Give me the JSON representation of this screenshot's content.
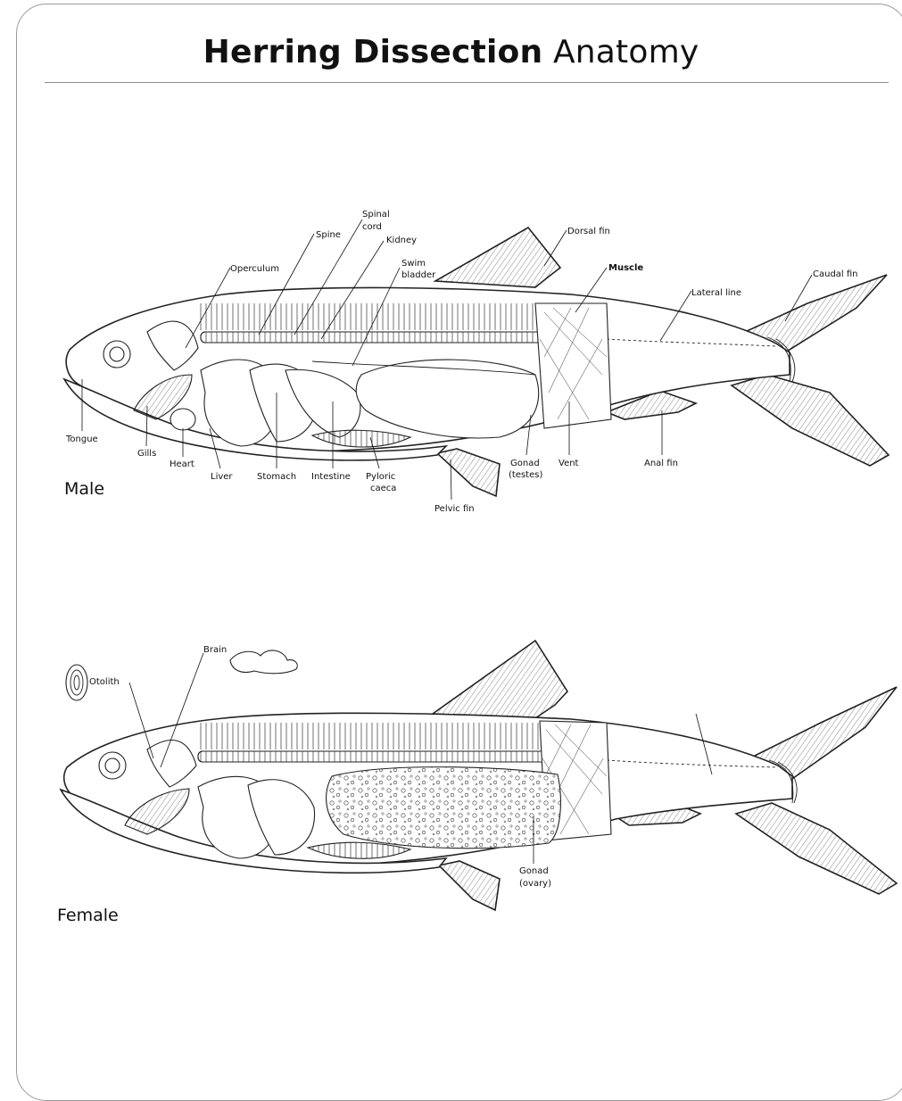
{
  "title": {
    "bold": "Herring Dissection",
    "light": "Anatomy"
  },
  "male": {
    "label": "Male",
    "labels": {
      "spinal_cord_1": "Spinal",
      "spinal_cord_2": "cord",
      "dorsal_fin": "Dorsal fin",
      "spine": "Spine",
      "kidney": "Kidney",
      "swim_bladder_1": "Swim",
      "swim_bladder_2": "bladder",
      "operculum": "Operculum",
      "muscle": "Muscle",
      "caudal_fin": "Caudal fin",
      "lateral_line": "Lateral line",
      "tongue": "Tongue",
      "gills": "Gills",
      "heart": "Heart",
      "liver": "Liver",
      "stomach": "Stomach",
      "intestine": "Intestine",
      "pyloric_caeca_1": "Pyloric",
      "pyloric_caeca_2": "caeca",
      "pelvic_fin": "Pelvic fin",
      "gonad_testes_1": "Gonad",
      "gonad_testes_2": "(testes)",
      "vent": "Vent",
      "anal_fin": "Anal fin"
    }
  },
  "female": {
    "label": "Female",
    "labels": {
      "brain": "Brain",
      "otolith": "Otolith",
      "gonad_ovary_1": "Gonad",
      "gonad_ovary_2": "(ovary)"
    }
  }
}
